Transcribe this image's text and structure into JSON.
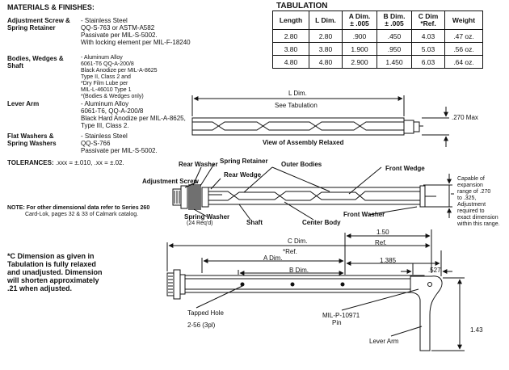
{
  "materials": {
    "heading": "MATERIALS & FINISHES:",
    "items": [
      {
        "label_lines": [
          "Adjustment Screw &",
          "Spring Retainer"
        ],
        "spec_lines": [
          "- Stainless Steel",
          "QQ-S-763 or ASTM-A582",
          "Passivate per MIL-S-5002.",
          "With locking element per MIL-F-18240"
        ]
      },
      {
        "label_lines": [
          "Bodies, Wedges &",
          "Shaft"
        ],
        "spec_lines": [
          "- Aluminum Alloy",
          "6061-T6 QQ-A-200/8",
          "Black Anodize per MIL-A-8625",
          "Type II, Class 2 and",
          "*Dry Film Lube per",
          "MIL-L-46010 Type 1",
          "*(Bodies & Wedges only)"
        ]
      },
      {
        "label_lines": [
          "Lever Arm"
        ],
        "spec_lines": [
          "- Aluminum Alloy",
          "6061-T6, QQ-A-200/8",
          "Black Hard Anodize per MIL-A-8625,",
          "Type III, Class 2."
        ]
      },
      {
        "label_lines": [
          "Flat Washers &",
          "Spring Washers"
        ],
        "spec_lines": [
          "- Stainless Steel",
          "QQ-S-766",
          "Passivate per MIL-S-5002."
        ]
      }
    ]
  },
  "tolerances": {
    "label": "TOLERANCES:",
    "text": ".xxx = ±.010, .xx = ±.02."
  },
  "note": {
    "lines": [
      "NOTE: For other dimensional data refer to Series 260",
      "Card-Lok, pages 32 & 33 of Calmark catalog."
    ]
  },
  "c_note": {
    "lines": [
      "*C Dimension as given in",
      "Tabulation is fully relaxed",
      "and unadjusted. Dimension",
      "will shorten approximately",
      ".21 when adjusted."
    ]
  },
  "tabulation": {
    "title": "TABULATION",
    "headers": [
      [
        "Length"
      ],
      [
        "L Dim."
      ],
      [
        "A Dim.",
        "± .005"
      ],
      [
        "B Dim.",
        "± .005"
      ],
      [
        "C Dim",
        "*Ref."
      ],
      [
        "Weight"
      ]
    ],
    "rows": [
      [
        "2.80",
        "2.80",
        ".900",
        ".450",
        "4.03",
        ".47 oz."
      ],
      [
        "3.80",
        "3.80",
        "1.900",
        ".950",
        "5.03",
        ".56 oz."
      ],
      [
        "4.80",
        "4.80",
        "2.900",
        "1.450",
        "6.03",
        ".64 oz."
      ]
    ]
  },
  "view1": {
    "l_dim": "L Dim.",
    "see_tab": "See Tabulation",
    "max": ".270 Max",
    "caption": "View of Assembly Relaxed"
  },
  "view2": {
    "rear_washer": "Rear Washer",
    "spring_retainer": "Spring Retainer",
    "rear_wedge": "Rear Wedge",
    "outer_bodies": "Outer Bodies",
    "front_wedge": "Front Wedge",
    "adjustment_screw": "Adjustment Screw",
    "spring_washer": "Spring Washer",
    "spring_washer_qty": "(24 Req'd)",
    "shaft": "Shaft",
    "center_body": "Center Body",
    "front_washer": "Front Washer",
    "expansion_lines": [
      "Capable of",
      "expansion",
      "range of .270",
      "to .325,",
      "Adjustment",
      "required to",
      "exact dimension",
      "within this range."
    ]
  },
  "view3": {
    "c_dim": "C Dim.",
    "ref": "*Ref.",
    "a_dim": "A Dim.",
    "b_dim": "B Dim.",
    "dim_150": "1.50",
    "ref2": "Ref.",
    "dim_1385": "1.385",
    "dim_527": ".527",
    "dim_143": "1.43",
    "tapped_hole": "Tapped Hole",
    "tapped_spec": "2-56 (3pl)",
    "pin_spec": "MIL-P-10971",
    "pin": "Pin",
    "lever_arm": "Lever Arm"
  }
}
